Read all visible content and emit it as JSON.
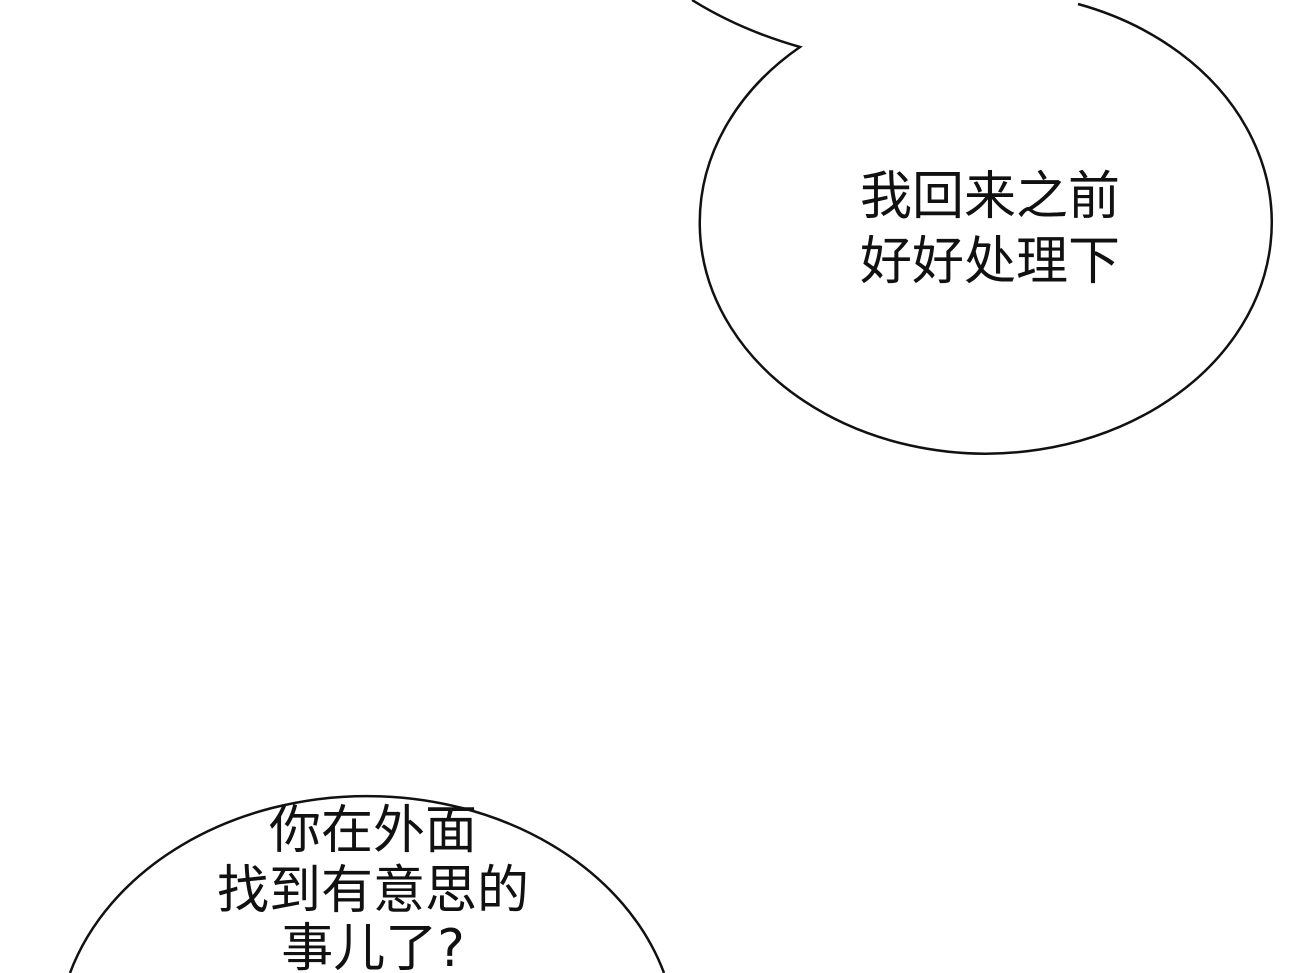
{
  "panel": {
    "background": "#ffffff",
    "stroke_color": "#111111",
    "bubbles": [
      {
        "lines": [
          "我回来之前",
          "好好处理下"
        ]
      },
      {
        "lines": [
          "你在外面",
          "找到有意思的",
          "事儿了?"
        ]
      }
    ]
  }
}
